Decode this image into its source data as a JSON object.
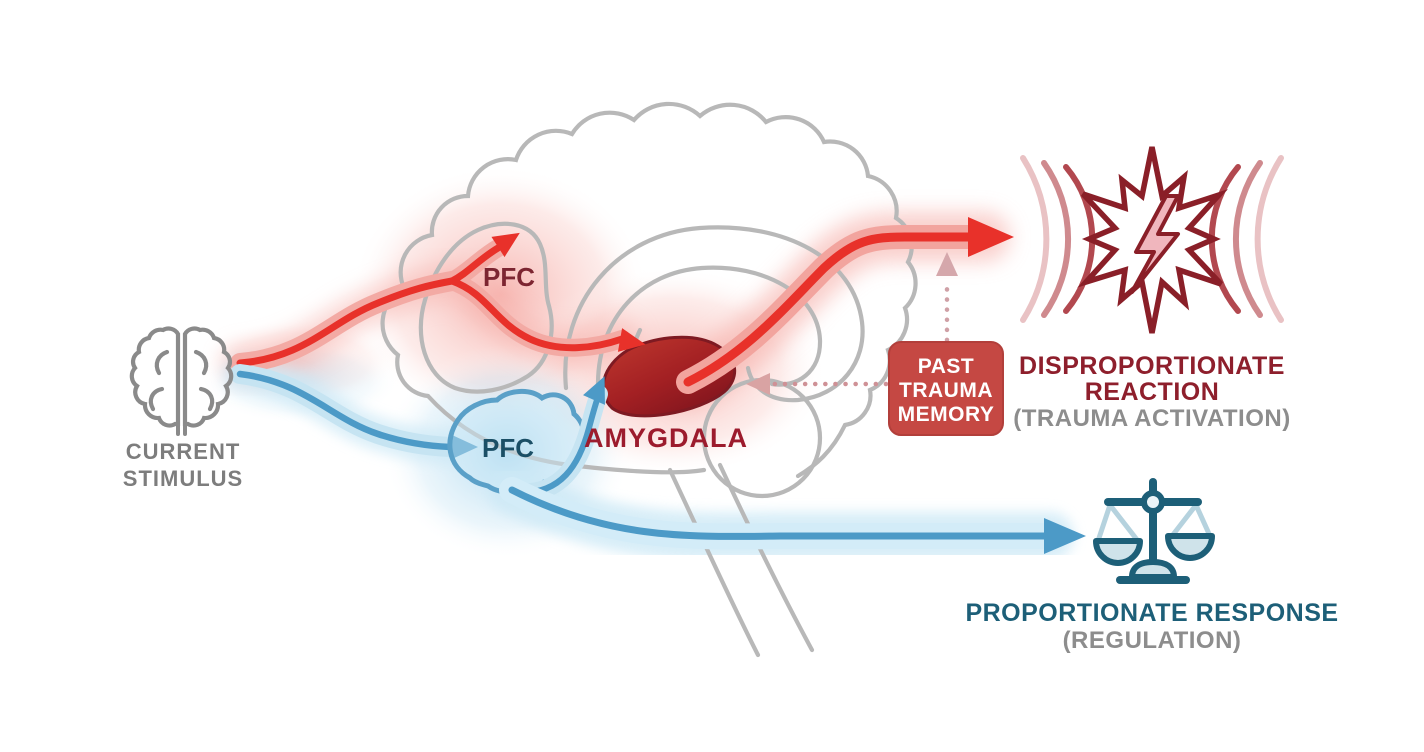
{
  "diagram": {
    "title_implicit": "",
    "stimulus": {
      "line1": "CURRENT",
      "line2": "STIMULUS",
      "icon": "brain-icon"
    },
    "pfc_fast_label": "PFC",
    "pfc_slow_label": "PFC",
    "amygdala_label": "AMYGDALA",
    "memory_box": {
      "line1": "PAST",
      "line2": "TRAUMA",
      "line3": "MEMORY"
    },
    "outcome_top": {
      "line1": "DISPROPORTIONATE",
      "line2": "REACTION",
      "subtitle": "(TRAUMA ACTIVATION)",
      "icon": "burst-icon"
    },
    "outcome_bottom": {
      "title": "PROPORTIONATE RESPONSE",
      "subtitle": "(REGULATION)",
      "icon": "scales-icon"
    },
    "colors": {
      "fast_path_red": "#e8312a",
      "dark_red_text": "#8e1f2c",
      "memory_box_red": "#c54843",
      "slow_path_blue": "#4c9ac7",
      "teal_text": "#1d5f78",
      "gray_text": "#8d8d8d",
      "brain_outline_gray": "#b8b8b8"
    }
  }
}
